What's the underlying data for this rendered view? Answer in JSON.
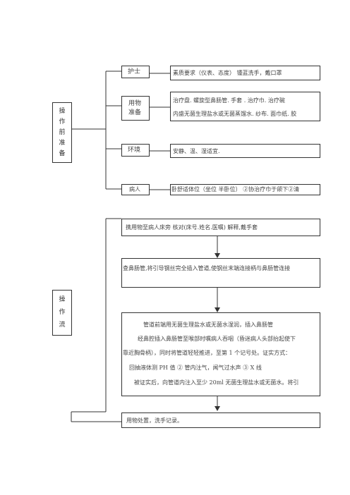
{
  "prep": {
    "title_chars": [
      "操",
      "作",
      "前",
      "准",
      "备"
    ],
    "rows": [
      {
        "label": "护士",
        "content": [
          "素质要求（仪表、态度）        锺蓝洗手，戴口罩"
        ]
      },
      {
        "label_lines": [
          "用物",
          "准备"
        ],
        "content": [
          "治疗盘.   螺旋型鼻肠管.   手套  . 治疗巾. 治疗碗",
          "内盛无菌生理盐水或无菌蒸馏水. 纱布. 面巾纸. 胶"
        ]
      },
      {
        "label": "环境",
        "content": [
          "安静、温、湿适宜."
        ]
      },
      {
        "label": "病人",
        "content": [
          "卧舒适体位（坐位  半卧位）  ②协治疗巾于颌下②清"
        ]
      }
    ]
  },
  "flow": {
    "title_chars": [
      "操",
      "作",
      "流"
    ],
    "steps": [
      [
        "携用物至病人床旁          核对(床号.姓名.医嘱)          解释,戴手套"
      ],
      [
        "查鼻肠管,将引导钢丝完全插入管道,使钢丝末端连接柄与鼻肠管连接"
      ],
      [
        "管道前端用无菌生理盐水或无菌水湿润，插入鼻肠管",
        "经鼻腔插入鼻肠管至喉部时嘱病人吞咽（昏迷病人头部抬起使下",
        "靠近胸骨柄），同时将管道轻轻推进，至第  1   个记号处。证实方式：",
        "回抽液体测 PH 值   ②   管内注气，闻气过水声   ③   X 线",
        "被证实后，向管道内注入至少  20ml  无菌生理盐水或无菌水。将引"
      ],
      [
        "用物处置，洗手记录。"
      ]
    ]
  }
}
